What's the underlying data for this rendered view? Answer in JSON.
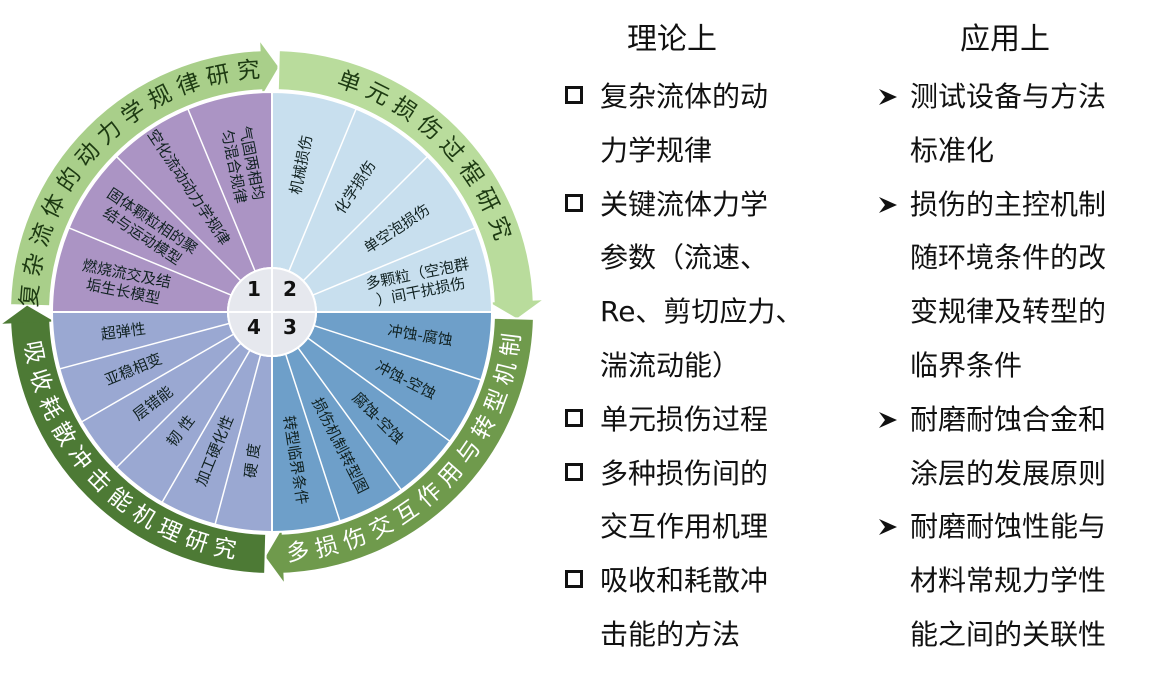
{
  "wheel": {
    "quadrants": [
      {
        "number": "1",
        "color": "#ab94c4",
        "items": [
          "燃烧流交及结垢生长模型",
          "固体颗粒相的聚结与运动模型",
          "空化流动动力学规律",
          "气固两相均匀混合规律"
        ]
      },
      {
        "number": "2",
        "color": "#c8dfee",
        "items": [
          "机械损伤",
          "化学损伤",
          "单空泡损伤",
          "多颗粒（空泡群）间干扰损伤"
        ]
      },
      {
        "number": "3",
        "color": "#6e9fc9",
        "items": [
          "冲蚀-腐蚀",
          "冲蚀-空蚀",
          "腐蚀-空蚀",
          "损伤机制转型图",
          "转型临界条件"
        ]
      },
      {
        "number": "4",
        "color": "#9aa8d2",
        "items": [
          "硬  度",
          "加工硬化性",
          "韧  性",
          "层错能",
          "亚稳相变",
          "超弹性"
        ]
      }
    ],
    "ring": [
      {
        "text": "复杂流体的动力学规律研究",
        "color": "#a9cf8a"
      },
      {
        "text": "单元损伤过程研究",
        "color": "#b9dc9c"
      },
      {
        "text": "多损伤交互作用与转型机制",
        "color": "#6f9a4c"
      },
      {
        "text": "吸收耗散冲击能机理研究",
        "color": "#4d7a35"
      }
    ],
    "colors": {
      "center": "#e6e8ee",
      "divider": "#ffffff",
      "ring_text": "#1d3a12"
    }
  },
  "theory": {
    "title": "理论上",
    "items": [
      {
        "lines": [
          "复杂流体的动",
          "力学规律"
        ]
      },
      {
        "lines": [
          "关键流体力学",
          "参数（流速、",
          "Re、剪切应力、",
          "湍流动能）"
        ]
      },
      {
        "lines": [
          "单元损伤过程"
        ]
      },
      {
        "lines": [
          "多种损伤间的",
          "交互作用机理"
        ]
      },
      {
        "lines": [
          "吸收和耗散冲",
          "击能的方法"
        ]
      }
    ]
  },
  "application": {
    "title": "应用上",
    "items": [
      {
        "lines": [
          "测试设备与方法",
          "标准化"
        ]
      },
      {
        "lines": [
          "损伤的主控机制",
          "随环境条件的改",
          "变规律及转型的",
          "临界条件"
        ]
      },
      {
        "lines": [
          "耐磨耐蚀合金和",
          "涂层的发展原则"
        ]
      },
      {
        "lines": [
          "耐磨耐蚀性能与",
          "材料常规力学性",
          "能之间的关联性"
        ]
      }
    ]
  },
  "icons": {
    "theory_bullet": "checkbox-icon",
    "application_bullet": "arrow-bullet-icon"
  }
}
